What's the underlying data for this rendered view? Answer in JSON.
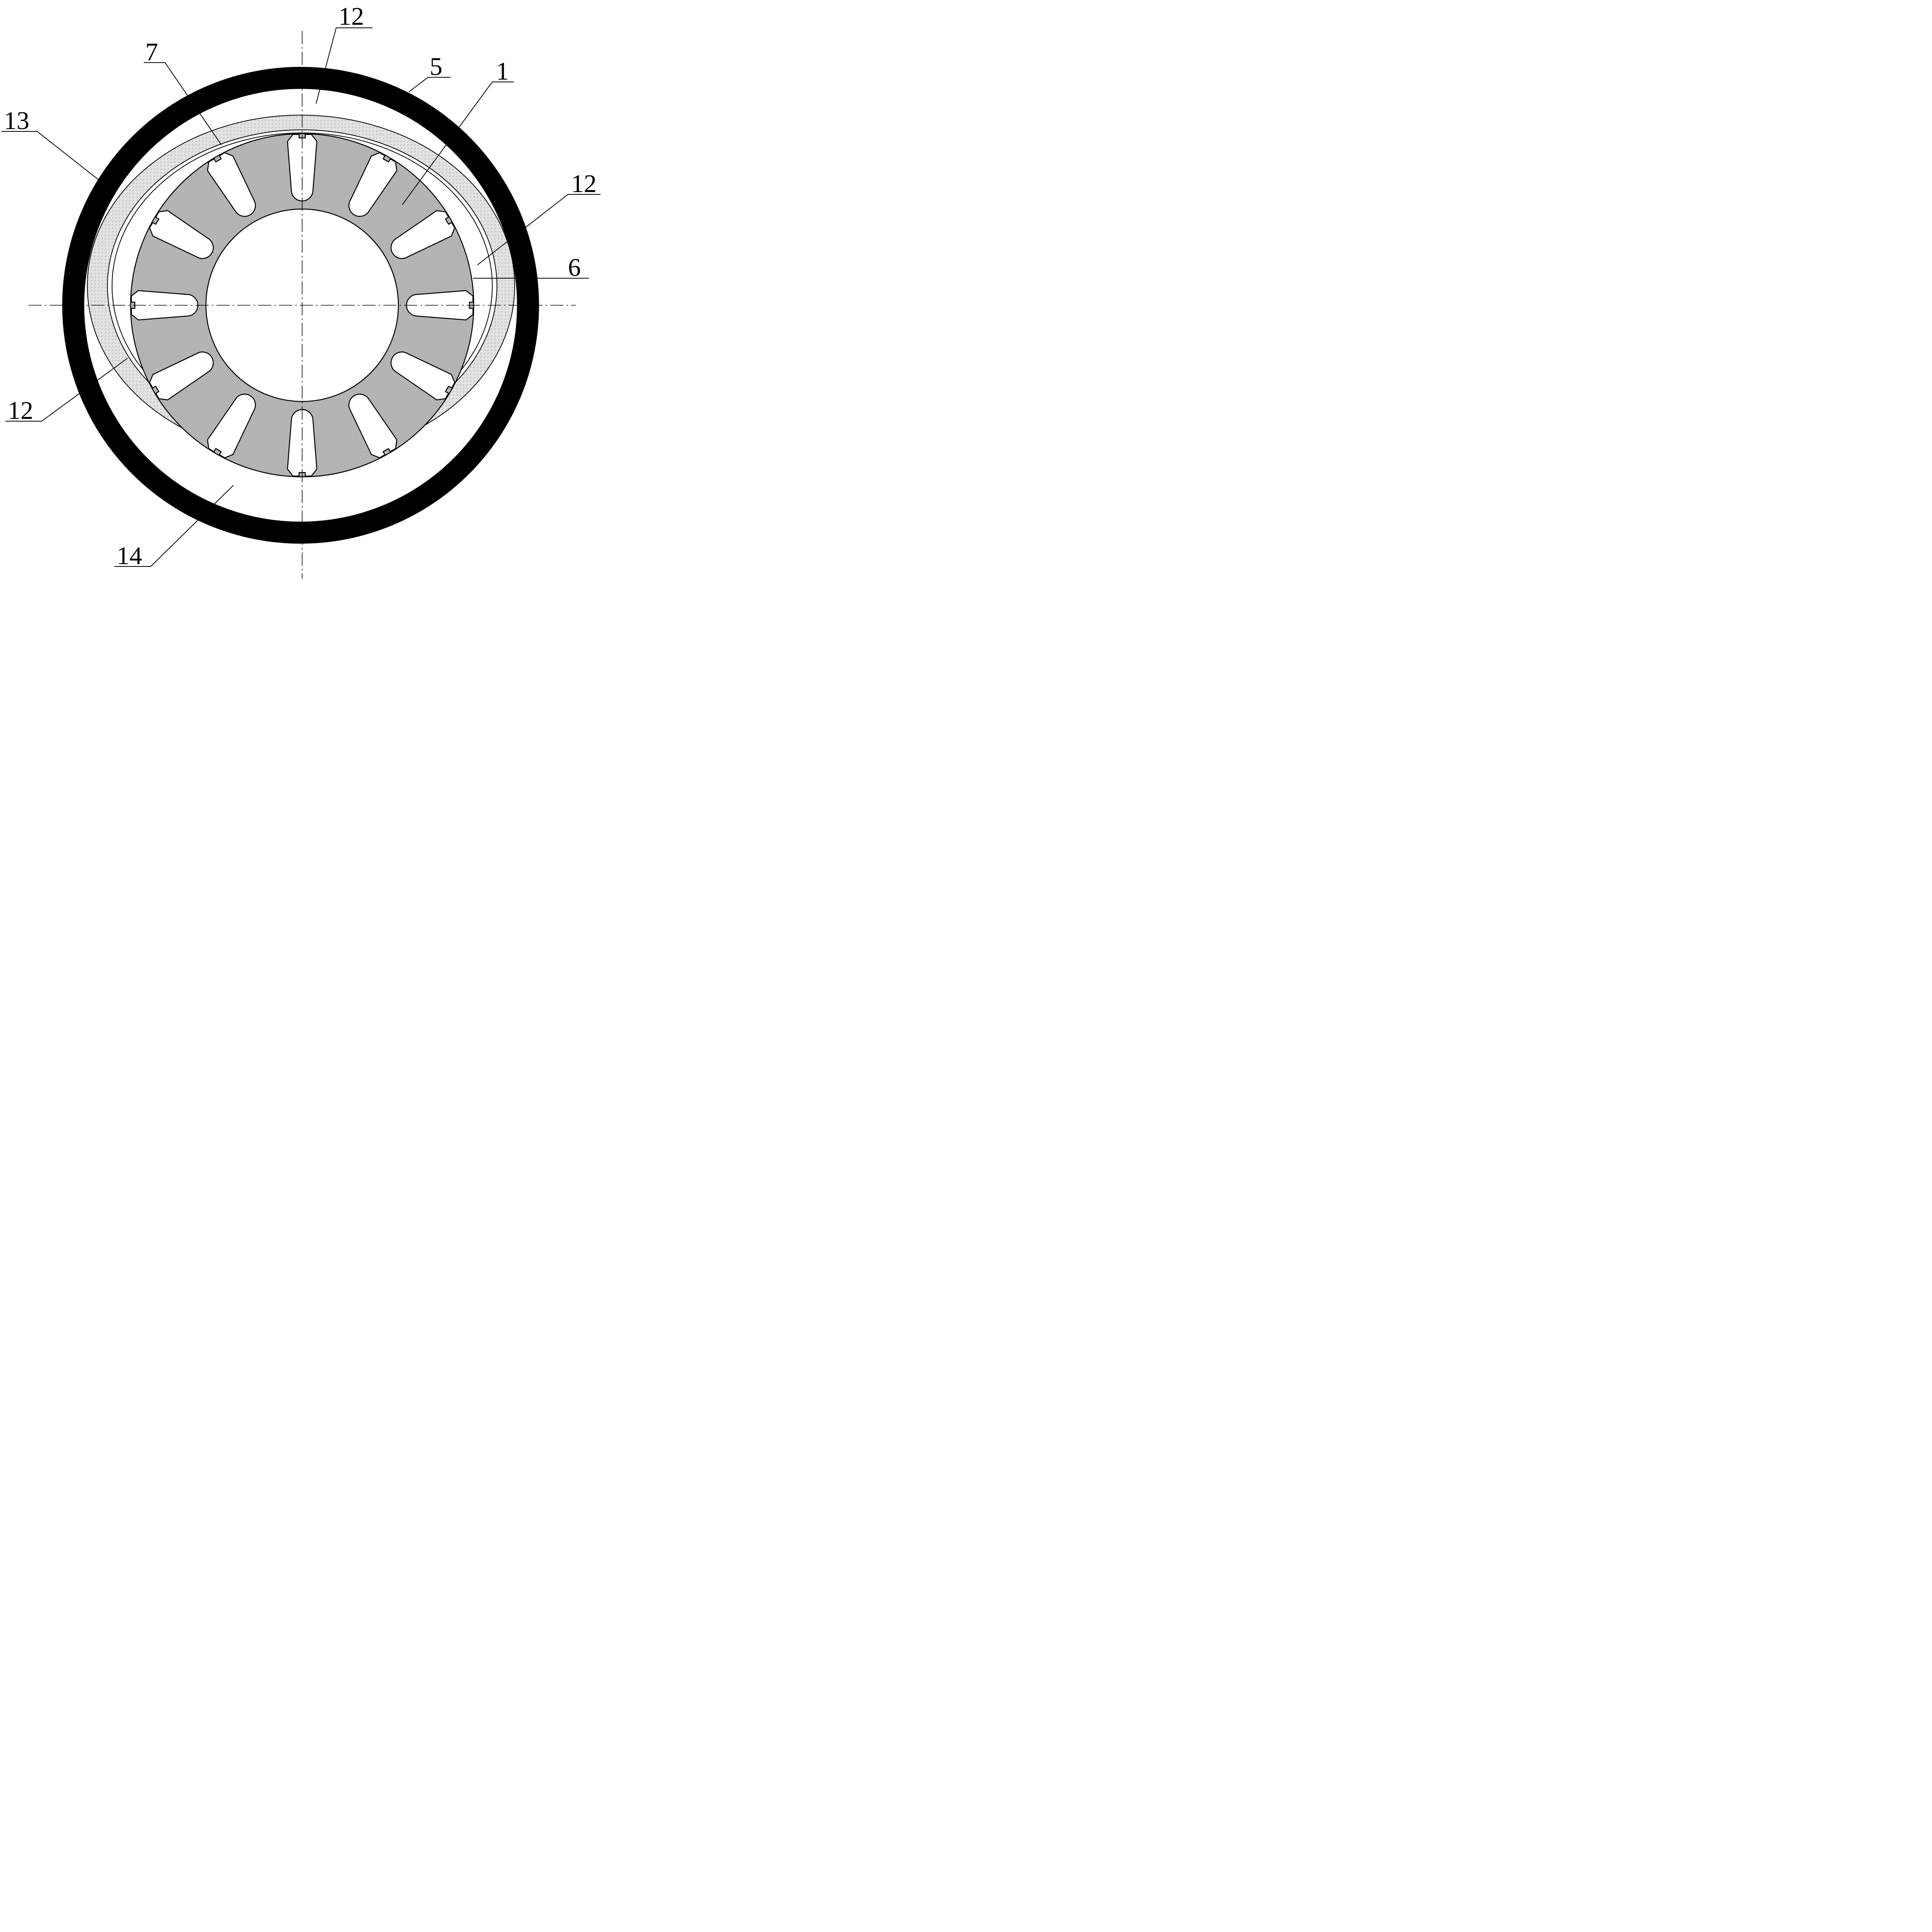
{
  "figure": {
    "colors": {
      "ink": "#000000",
      "paper": "#ffffff",
      "core_fill": "#bdbdbd",
      "layer_fill": "#dedede"
    },
    "rotor_slot_count": 12
  },
  "callouts": [
    {
      "id": "c12-top",
      "label": "12"
    },
    {
      "id": "c7",
      "label": "7"
    },
    {
      "id": "c5",
      "label": "5"
    },
    {
      "id": "c1",
      "label": "1"
    },
    {
      "id": "c13",
      "label": "13"
    },
    {
      "id": "c12-right",
      "label": "12"
    },
    {
      "id": "c6",
      "label": "6"
    },
    {
      "id": "c12-left",
      "label": "12"
    },
    {
      "id": "c14",
      "label": "14"
    }
  ]
}
